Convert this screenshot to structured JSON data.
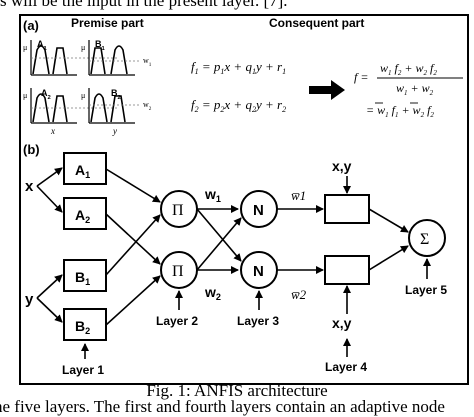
{
  "top_text": "s will be the input in the present layer. [7].",
  "caption": "Fig. 1: ANFIS architecture",
  "bottom_text": "he five layers. The first and fourth layers contain an adaptive node",
  "panel_a": {
    "label": "(a)",
    "premise_title": "Premise part",
    "consequent_title": "Consequent part",
    "mf_labels": [
      "A1",
      "B1",
      "A2",
      "B2"
    ],
    "axis_mu": "μ",
    "axis_x": "x",
    "axis_y": "y",
    "w_labels": [
      "w1",
      "w2"
    ],
    "rule1": "f1 = p1x + q1y + r1",
    "rule2": "f2 = p2x + q2y + r2",
    "output": "f = (w1 f2 + w2 f2) / (w1 + w2) = w̅1 f1 + w̅2 f2"
  },
  "panel_b": {
    "label": "(b)",
    "inputs": [
      "x",
      "y"
    ],
    "layer1_nodes": [
      "A1",
      "A2",
      "B1",
      "B2"
    ],
    "layer2_symbol": "Π",
    "layer2_weights": [
      "w1",
      "w2"
    ],
    "layer3_symbol": "N",
    "layer3_outputs": [
      "w̅1",
      "w̅2"
    ],
    "layer4_inputs": [
      "x,y",
      "x,y"
    ],
    "layer5_symbol": "Σ",
    "layer_labels": [
      "Layer 1",
      "Layer 2",
      "Layer 3",
      "Layer 4",
      "Layer 5"
    ]
  },
  "colors": {
    "ink": "#000000",
    "paper": "#ffffff",
    "grid": "#777777"
  }
}
